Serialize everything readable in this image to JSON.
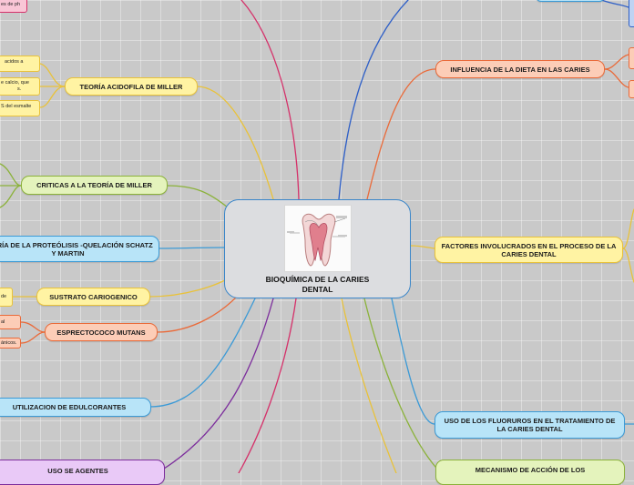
{
  "central": {
    "title": "BIOQUÍMICA DE LA CARIES DENTAL",
    "image_icon": "tooth-cross-section-icon"
  },
  "branches": {
    "teoria_acidofila": "TEORÍA ACIDOFILA DE MILLER",
    "criticas": "CRITICAS A LA TEORÍA DE MILLER",
    "proteolisis": "TEORÍA DE LA PROTEÓLISIS -QUELACIÓN SCHATZ Y MARTIN",
    "sustrato": "SUSTRATO CARIOGENICO",
    "streptococo": "ESPRECTOCOCO MUTANS",
    "edulcorantes": "UTILIZACION DE EDULCORANTES",
    "agentes": "USO SE AGENTES",
    "dieta": "INFLUENCIA DE LA DIETA EN LAS CARIES",
    "factores": "FACTORES INVOLUCRADOS EN EL PROCESO DE LA CARIES DENTAL",
    "fluoruros": "USO DE LOS FLUORUROS EN EL TRATAMIENTO DE LA CARIES DENTAL",
    "mecanismo": "MECANISMO DE ACCIÓN DE LOS"
  },
  "leaves": {
    "ph": "es de ph",
    "acidos": "acidos a",
    "calcio_1": "e calcio, que",
    "calcio_2": "s.",
    "esmalte": "S del esmalte",
    "sustrato_de": "de",
    "strepto_al": "al",
    "strepto_anicos": "ánicos."
  }
}
